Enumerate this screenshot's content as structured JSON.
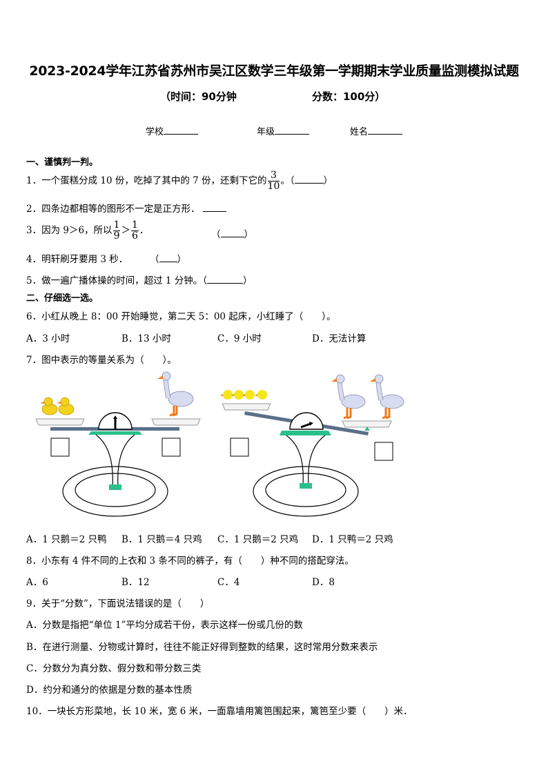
{
  "header": {
    "title": "2023-2024学年江苏省苏州市吴江区数学三年级第一学期期末学业质量监测模拟试题",
    "time": "（时间：90分钟",
    "score": "分数：100分）",
    "school_label": "学校",
    "grade_label": "年级",
    "name_label": "姓名"
  },
  "section1": {
    "heading": "一、谨慎判一判。",
    "questions": [
      {
        "pre": "1．一个蛋糕分成 10 份，吃掉了其中的 7 份，还剩下它的",
        "frac_num": "3",
        "frac_den": "10",
        "post": "。（",
        "close": "）"
      },
      {
        "text": "2．四条边都相等的图形不一定是正方形．"
      },
      {
        "pre": "3．因为 9＞6，所以",
        "f1_num": "1",
        "f1_den": "9",
        "op": "＞",
        "f2_num": "1",
        "f2_den": "6",
        "post": "．",
        "paren_open": "（",
        "paren_close": "）"
      },
      {
        "text": "4．明轩刷牙要用 3 秒．",
        "paren_open": "（",
        "paren_close": "）"
      },
      {
        "text": "5．做一遍广播体操的时间，超过 1 分钟。（",
        "close": "）"
      }
    ]
  },
  "section2": {
    "heading": "二、仔细选一选。",
    "q6": {
      "text": "6．小红从晚上 8：00 开始睡觉，第二天 5：00 起床，小红睡了（　　）。",
      "options": [
        "A．3 小时",
        "B．13 小时",
        "C．9 小时",
        "D．无法计算"
      ]
    },
    "q7": {
      "text": "7．图中表示的等量关系为（　　）。",
      "figure_left": {
        "left_pan": "2 ducks",
        "right_pan": "1 goose",
        "state": "balanced"
      },
      "figure_right": {
        "left_pan": "4 chicks",
        "right_pan": "2 geese",
        "state": "tilted right"
      },
      "options": [
        "A．1 只鹅＝2 只鸭",
        "B．1 只鹅＝4 只鸡",
        "C．1 只鹅＝2 只鸡",
        "D．1 只鸭＝2 只鸡"
      ]
    },
    "q8": {
      "text": "8．小东有 4 件不同的上衣和 3 条不同的裤子，有（　　）种不同的搭配穿法。",
      "options": [
        "A．6",
        "B．12",
        "C．4",
        "D．8"
      ]
    },
    "q9": {
      "text": "9．关于“分数”，下面说法错误的是（　　）",
      "options": [
        "A．分数是指把“单位 1”平均分成若干份，表示这样一份或几份的数",
        "B．在进行测量、分物或计算时，往往不能正好得到整数的结果，这时常用分数来表示",
        "C．分数分为真分数、假分数和带分数三类",
        "D．约分和通分的依据是分数的基本性质"
      ]
    },
    "q10": {
      "text": "10．一块长方形菜地，长 10 米，宽 6 米，一面靠墙用篱笆围起来，篱笆至少要（　　）米．"
    }
  },
  "colors": {
    "scale_beam": "#5a6f8a",
    "scale_base_green": "#2bbf8a",
    "duck_yellow": "#f2d21b",
    "goose_body": "#d8dcf0",
    "beak_orange": "#f07a1a"
  }
}
